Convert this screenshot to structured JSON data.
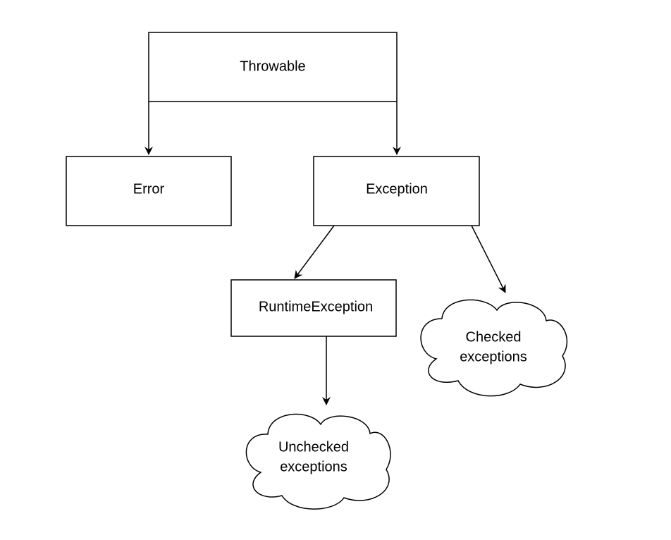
{
  "diagram": {
    "nodes": {
      "throwable": {
        "label": "Throwable"
      },
      "error": {
        "label": "Error"
      },
      "exception": {
        "label": "Exception"
      },
      "runtime_exception": {
        "label": "RuntimeException"
      },
      "checked_exceptions": {
        "label_lines": [
          "Checked",
          "exceptions"
        ]
      },
      "unchecked_exceptions": {
        "label_lines": [
          "Unchecked",
          "exceptions"
        ]
      }
    },
    "edges": [
      {
        "from": "Throwable",
        "to": "Error"
      },
      {
        "from": "Throwable",
        "to": "Exception"
      },
      {
        "from": "Exception",
        "to": "RuntimeException"
      },
      {
        "from": "Exception",
        "to": "Checked exceptions"
      },
      {
        "from": "RuntimeException",
        "to": "Unchecked exceptions"
      }
    ],
    "colors": {
      "stroke": "#000000",
      "fill": "#ffffff",
      "background": "#ffffff"
    }
  }
}
